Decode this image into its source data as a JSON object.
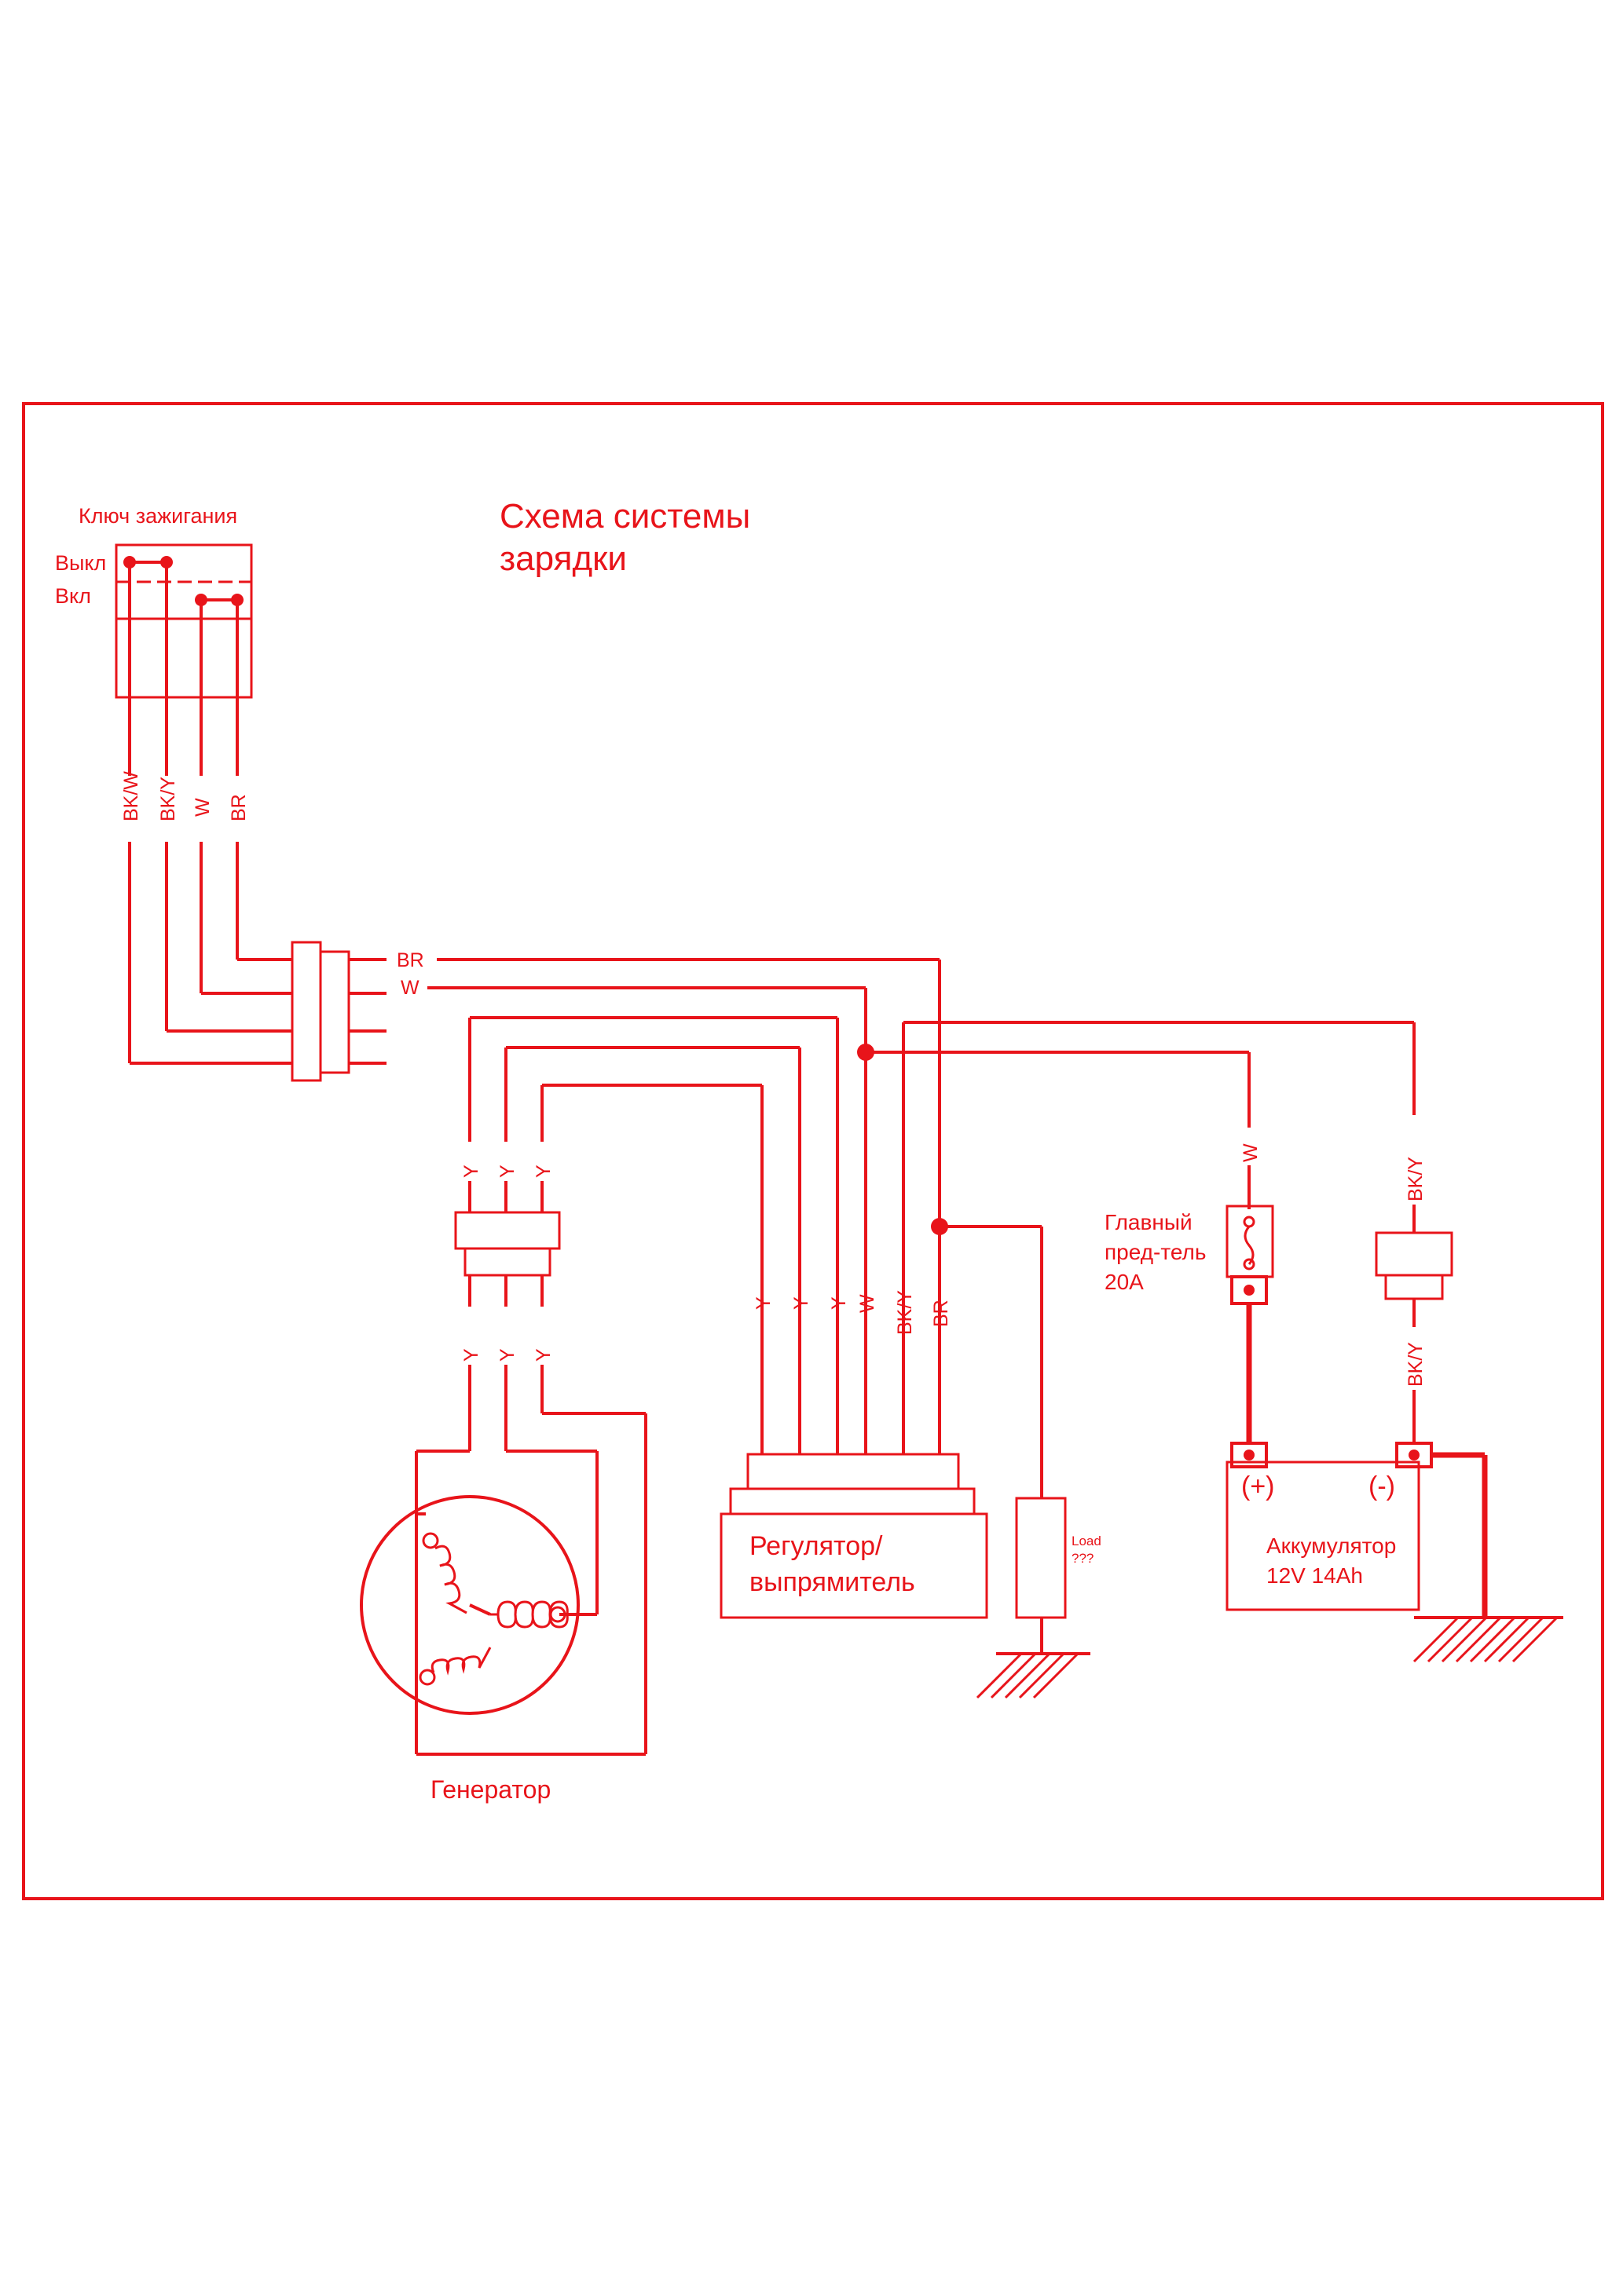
{
  "title": {
    "line1": "Схема системы",
    "line2": "зарядки"
  },
  "ignition": {
    "label": "Ключ зажигания",
    "off_label": "Выкл",
    "on_label": "Вкл"
  },
  "switch_wires": [
    "BK/W",
    "BK/Y",
    "W",
    "BR"
  ],
  "harness_wires": {
    "br": "BR",
    "w": "W"
  },
  "generator": {
    "label": "Генератор",
    "wires_top": [
      "Y",
      "Y",
      "Y"
    ],
    "wires_bottom": [
      "Y",
      "Y",
      "Y"
    ]
  },
  "regulator": {
    "label_line1": "Регулятор/",
    "label_line2": "выпрямитель",
    "wires": [
      "Y",
      "Y",
      "Y",
      "W",
      "BK/Y",
      "BR"
    ]
  },
  "load": {
    "label": "Load",
    "note": "???"
  },
  "fuse": {
    "label_line1": "Главный",
    "label_line2": "пред-тель",
    "label_line3": "20A",
    "wire": "W"
  },
  "connector_right": {
    "wire_top": "BK/Y",
    "wire_bottom": "BK/Y"
  },
  "battery": {
    "plus": "(+)",
    "minus": "(-)",
    "label_line1": "Аккумулятор",
    "label_line2": "12V 14Ah"
  },
  "colors": {
    "line": "#e8141a",
    "background": "#ffffff"
  }
}
